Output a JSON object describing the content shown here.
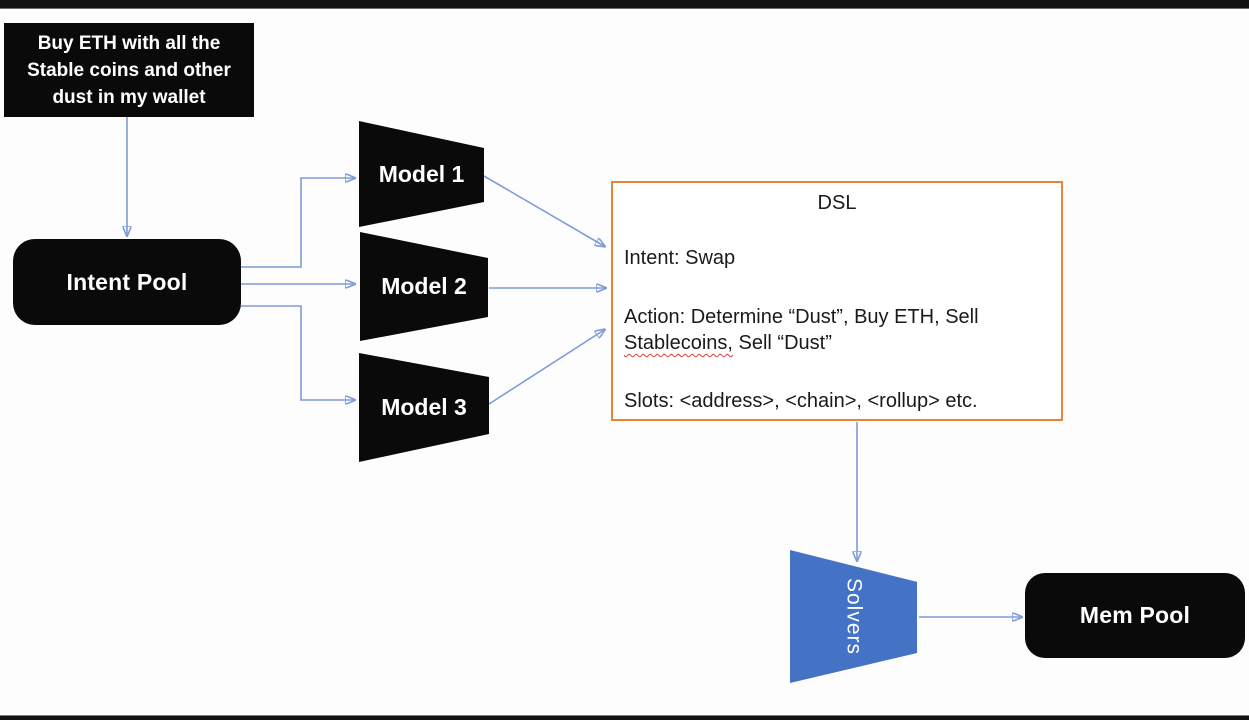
{
  "colors": {
    "node_fill": "#0a0a0a",
    "node_text": "#ffffff",
    "connector_stroke": "#7E9CD6",
    "arrowhead_fill": "#3B63B0",
    "dsl_border": "#E8833A",
    "dsl_text": "#1a1a1a",
    "solvers_fill": "#4472C4",
    "misspell_underline": "#d43f3f"
  },
  "nodes": {
    "user_intent": {
      "lines": [
        "Buy ETH with all the",
        "Stable coins and other",
        "dust in my wallet"
      ]
    },
    "intent_pool": {
      "label": "Intent Pool"
    },
    "models": [
      {
        "label": "Model 1"
      },
      {
        "label": "Model 2"
      },
      {
        "label": "Model 3"
      }
    ],
    "dsl": {
      "title": "DSL",
      "intent": "Intent: Swap",
      "action_line1": "Action: Determine “Dust”, Buy ETH, Sell",
      "action_line2_flagged": "Stablecoins,",
      "action_line2_rest": " Sell “Dust”",
      "slots": "Slots: <address>, <chain>, <rollup> etc."
    },
    "solvers": {
      "label": "Solvers"
    },
    "mem_pool": {
      "label": "Mem Pool"
    }
  }
}
